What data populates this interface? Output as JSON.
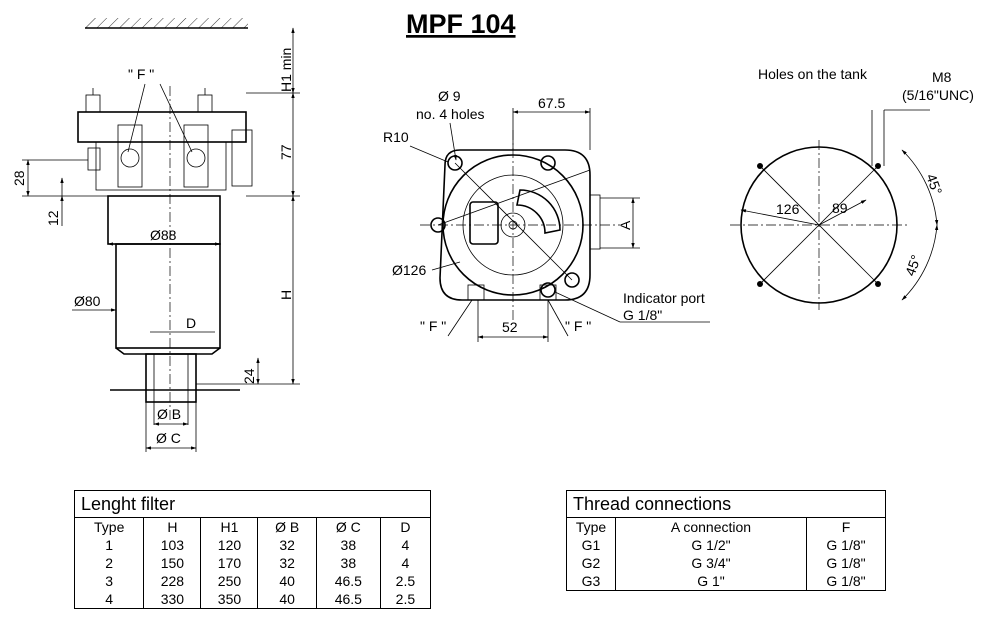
{
  "title": "MPF 104",
  "side_view": {
    "f_label": "\" F \"",
    "h1_label": "H1 min",
    "dim_77": "77",
    "dim_28": "28",
    "dim_12": "12",
    "dim_88": "Ø88",
    "dim_80": "Ø80",
    "dim_d": "D",
    "dim_h": "H",
    "dim_24": "24",
    "dim_b": "Ø B",
    "dim_c": "Ø C"
  },
  "top_view": {
    "holes": "Ø 9",
    "holes_count": "no. 4 holes",
    "r10": "R10",
    "dim_675": "67.5",
    "dim_a": "A",
    "dim_126": "Ø126",
    "indicator_port": "Indicator port",
    "indicator_thread": "G 1/8\"",
    "f_left": "\" F \"",
    "dim_52": "52",
    "f_right": "\" F \""
  },
  "tank_view": {
    "heading": "Holes on the tank",
    "thread": "M8",
    "thread_unc": "(5/16\"UNC)",
    "dim_126": "126",
    "dim_89": "89",
    "angle_top": "45°",
    "angle_bottom": "45°"
  },
  "length_table": {
    "caption": "Lenght filter",
    "headers": [
      "Type",
      "H",
      "H1",
      "Ø B",
      "Ø C",
      "D"
    ],
    "rows": [
      [
        "1",
        "103",
        "120",
        "32",
        "38",
        "4"
      ],
      [
        "2",
        "150",
        "170",
        "32",
        "38",
        "4"
      ],
      [
        "3",
        "228",
        "250",
        "40",
        "46.5",
        "2.5"
      ],
      [
        "4",
        "330",
        "350",
        "40",
        "46.5",
        "2.5"
      ]
    ]
  },
  "thread_table": {
    "caption": "Thread connections",
    "headers": [
      "Type",
      "A   connection",
      "F"
    ],
    "rows": [
      [
        "G1",
        "G 1/2\"",
        "G 1/8\""
      ],
      [
        "G2",
        "G 3/4\"",
        "G 1/8\""
      ],
      [
        "G3",
        "G 1\"",
        "G 1/8\""
      ]
    ]
  }
}
